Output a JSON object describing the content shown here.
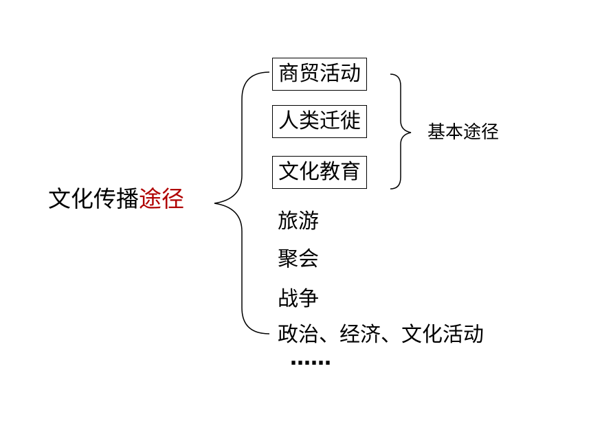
{
  "root": {
    "prefix": "文化传播",
    "highlight": "途径",
    "highlight_color": "#b00000"
  },
  "basic_group": {
    "label": "基本途径",
    "items": [
      "商贸活动",
      "人类迁徙",
      "文化教育"
    ]
  },
  "other_items": [
    "旅游",
    "聚会",
    "战争",
    "政治、经济、文化活动",
    "……"
  ]
}
